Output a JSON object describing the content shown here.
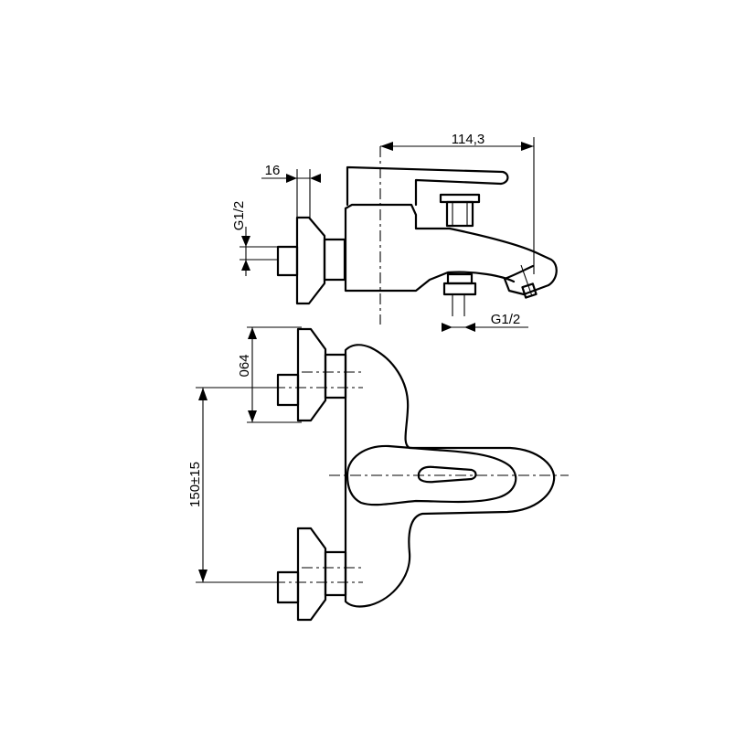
{
  "dimensions": {
    "overall_length": "114,3",
    "wall_offset": "16",
    "inlet_thread": "G1/2",
    "outlet_thread": "G1/2",
    "connector_diameter": "064",
    "center_distance": "150±15"
  }
}
